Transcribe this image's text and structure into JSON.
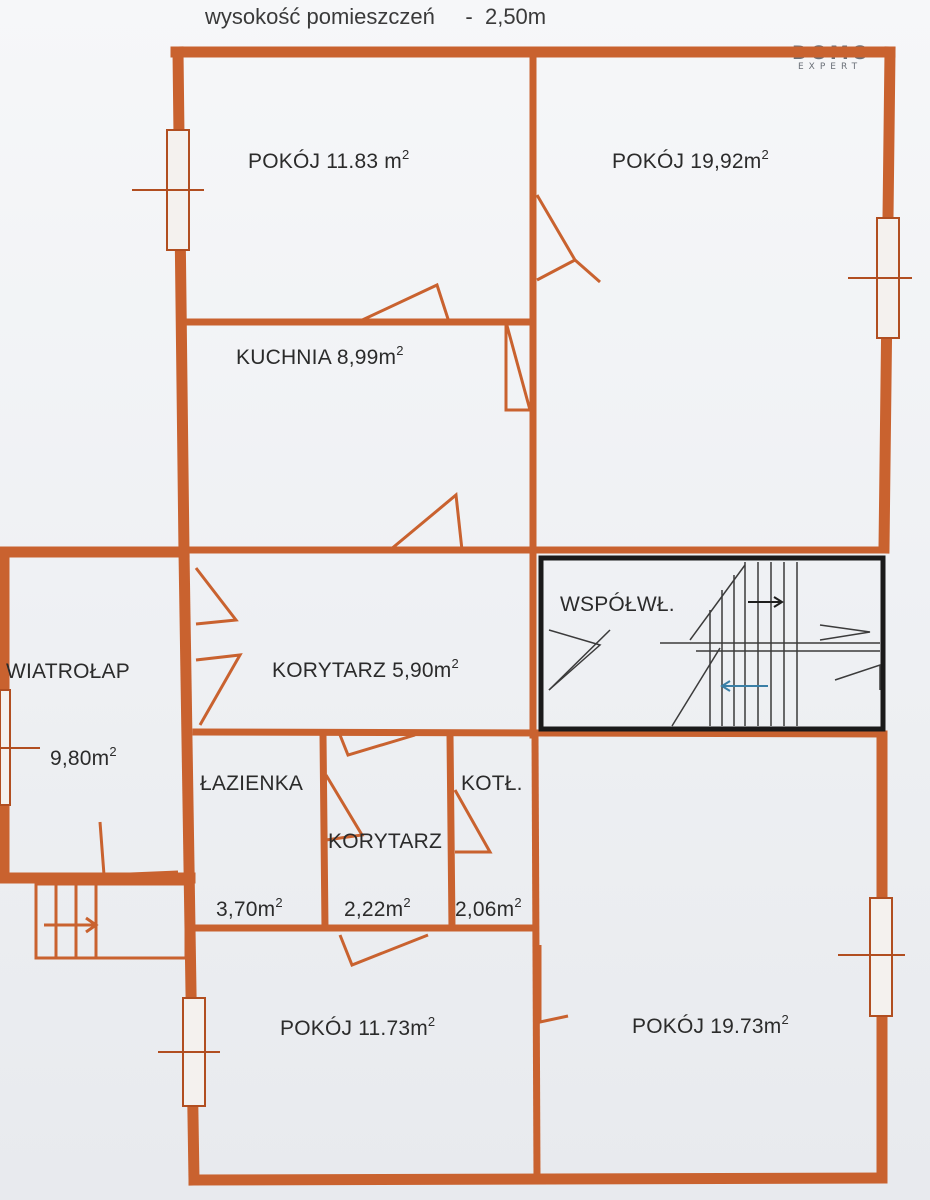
{
  "header": {
    "ceiling_height_text": "wysokość pomieszczeń     -  2,50m"
  },
  "logo": {
    "line1": "DOMO",
    "line2": "EXPERT"
  },
  "colors": {
    "wall": "#c9622f",
    "wall_dark": "#b14e20",
    "paper": "#f6f7f9",
    "stair_frame": "#1a1a1a",
    "text": "#2b2b2b",
    "arrow_blue": "#3a7fa6"
  },
  "rooms": {
    "pokoj_top_left": {
      "name": "POKÓJ",
      "area": "11.83 m",
      "unit_exp": "2"
    },
    "pokoj_top_right": {
      "name": "POKÓJ",
      "area": "19,92m",
      "unit_exp": "2"
    },
    "kuchnia": {
      "name": "KUCHNIA",
      "area": "8,99m",
      "unit_exp": "2"
    },
    "wiatrolap": {
      "name": "WIATROŁAP",
      "area": "9,80m",
      "unit_exp": "2"
    },
    "korytarz_main": {
      "name": "KORYTARZ",
      "area": "5,90m",
      "unit_exp": "2"
    },
    "wspolwl": {
      "name": "WSPÓŁWŁ."
    },
    "lazienka": {
      "name": "ŁAZIENKA",
      "area": "3,70m",
      "unit_exp": "2"
    },
    "korytarz_small": {
      "name": "KORYTARZ",
      "area": "2,22m",
      "unit_exp": "2"
    },
    "kotl": {
      "name": "KOTŁ.",
      "area": "2,06m",
      "unit_exp": "2"
    },
    "pokoj_bottom_left": {
      "name": "POKÓJ",
      "area": "11.73m",
      "unit_exp": "2"
    },
    "pokoj_bottom_right": {
      "name": "POKÓJ",
      "area": "19.73m",
      "unit_exp": "2"
    }
  }
}
